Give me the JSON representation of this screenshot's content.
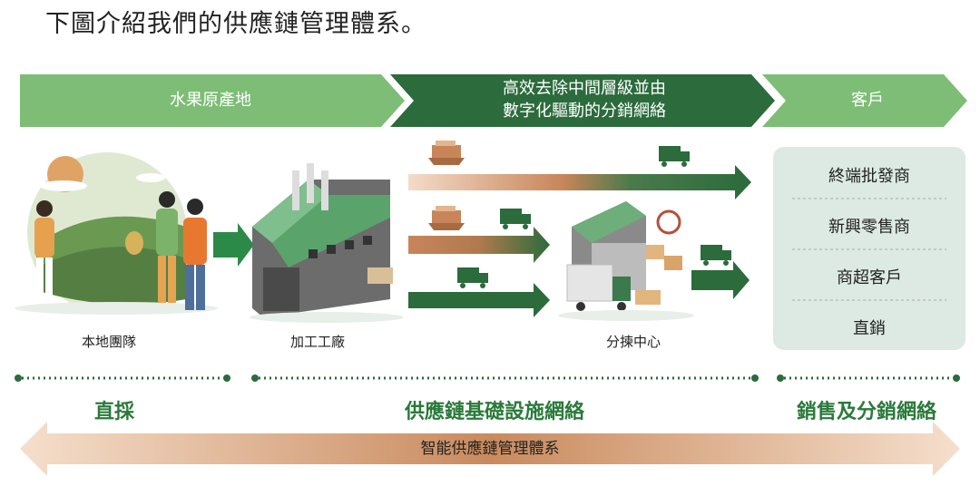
{
  "intro_text": "下圖介紹我們的供應鏈管理體系。",
  "stages": {
    "source": "水果原產地",
    "middle_line1": "高效去除中間層級並由",
    "middle_line2": "數字化驅動的分銷網絡",
    "customer": "客戶"
  },
  "nodes": {
    "local_team": "本地團隊",
    "factory": "加工工廠",
    "sorting": "分揀中心"
  },
  "customers": [
    "終端批發商",
    "新興零售商",
    "商超客戶",
    "直銷"
  ],
  "sections": {
    "direct": "直採",
    "infra": "供應鏈基礎設施網絡",
    "sales": "銷售及分銷網絡"
  },
  "bottom": "智能供應鏈管理體系",
  "colors": {
    "light_green": "#7dbd76",
    "dark_green": "#2b6b3c",
    "orange": "#c8855a",
    "customer_bg": "#dde9e3"
  }
}
